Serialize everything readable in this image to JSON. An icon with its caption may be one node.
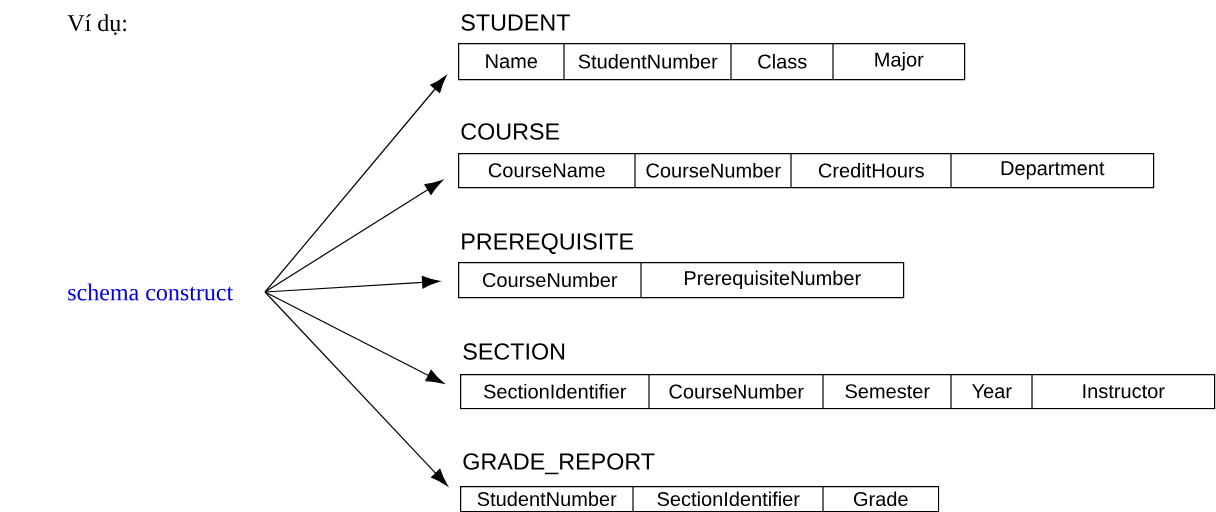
{
  "diagram": {
    "nodes": [
      {
        "text": [
          "schema construct"
        ]
      },
      {
        "text": [
          "STUDENT"
        ]
      },
      {
        "text": [
          "Name"
        ],
        "in": 1
      },
      {
        "text": [
          "StudentNumber"
        ],
        "in": 1
      },
      {
        "text": [
          "Class"
        ],
        "in": 1
      },
      {
        "text": [
          "Major"
        ],
        "in": 1
      },
      {
        "text": [
          "COURSE"
        ]
      },
      {
        "text": [
          "CourseName"
        ],
        "in": 6
      },
      {
        "text": [
          "CourseNumber"
        ],
        "in": 6
      },
      {
        "text": [
          "CreditHours"
        ],
        "in": 6
      },
      {
        "text": [
          "Department"
        ],
        "in": 6
      },
      {
        "text": [
          "PREREQUISITE"
        ]
      },
      {
        "text": [
          "CourseNumber"
        ],
        "in": 11
      },
      {
        "text": [
          "PrerequisiteNumber"
        ],
        "in": 11
      },
      {
        "text": [
          "SECTION"
        ]
      },
      {
        "text": [
          "SectionIdentifier"
        ],
        "in": 14
      },
      {
        "text": [
          "CourseNumber"
        ],
        "in": 14
      },
      {
        "text": [
          "Semester"
        ],
        "in": 14
      },
      {
        "text": [
          "Year"
        ],
        "in": 14
      },
      {
        "text": [
          "Instructor"
        ],
        "in": 14
      },
      {
        "text": [
          "GRADE_REPORT"
        ]
      },
      {
        "text": [
          "StudentNumber"
        ],
        "in": 20
      },
      {
        "text": [
          "SectionIdentifier"
        ],
        "in": 20
      },
      {
        "text": [
          "Grade"
        ],
        "in": 20
      }
    ],
    "edges": [
      {
        "from": 0,
        "to": 1,
        "arrow": "to"
      },
      {
        "from": 0,
        "to": 6,
        "arrow": "to"
      },
      {
        "from": 0,
        "to": 11,
        "arrow": "to"
      },
      {
        "from": 0,
        "to": 14,
        "arrow": "to"
      },
      {
        "from": 0,
        "to": 20,
        "arrow": "to"
      }
    ],
    "labels": [
      "Ví dụ:"
    ]
  }
}
